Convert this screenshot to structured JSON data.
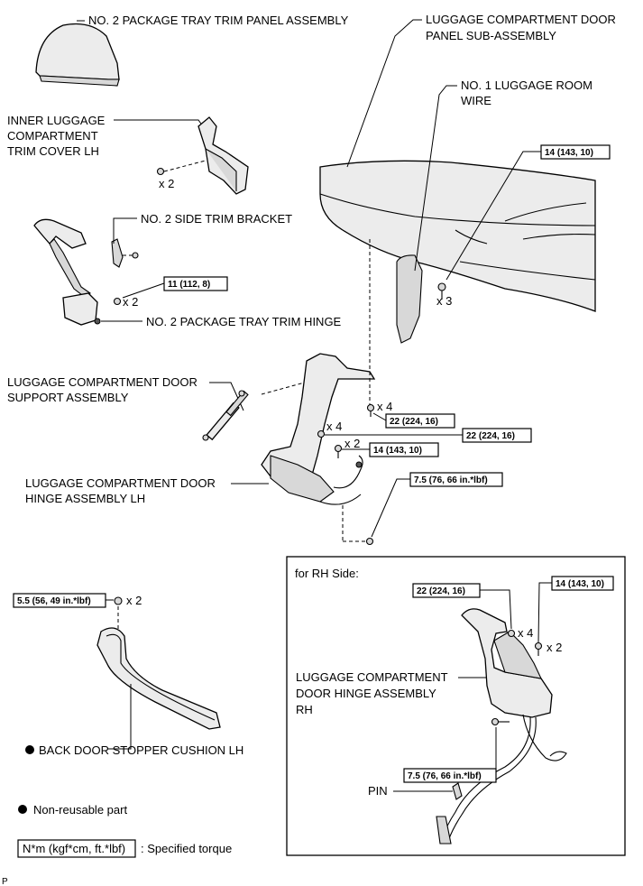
{
  "labels": {
    "pkg_tray_panel": "NO. 2 PACKAGE TRAY TRIM PANEL ASSEMBLY",
    "door_panel_l1": "LUGGAGE COMPARTMENT DOOR",
    "door_panel_l2": "PANEL SUB-ASSEMBLY",
    "room_wire_l1": "NO. 1 LUGGAGE ROOM",
    "room_wire_l2": "WIRE",
    "inner_trim_l1": "INNER LUGGAGE",
    "inner_trim_l2": "COMPARTMENT",
    "inner_trim_l3": "TRIM COVER LH",
    "side_trim_bracket": "NO. 2 SIDE TRIM BRACKET",
    "tray_hinge": "NO. 2 PACKAGE TRAY TRIM HINGE",
    "support_l1": "LUGGAGE COMPARTMENT DOOR",
    "support_l2": "SUPPORT ASSEMBLY",
    "hinge_lh_l1": "LUGGAGE COMPARTMENT DOOR",
    "hinge_lh_l2": "HINGE ASSEMBLY LH",
    "rh_title": "for RH Side:",
    "hinge_rh_l1": "LUGGAGE COMPARTMENT",
    "hinge_rh_l2": "DOOR HINGE ASSEMBLY",
    "hinge_rh_l3": "RH",
    "pin": "PIN",
    "stopper": "BACK DOOR STOPPER CUSHION LH",
    "legend_nonreusable": "Non-reusable part",
    "legend_torque_box": "N*m (kgf*cm, ft.*lbf)",
    "legend_torque_desc": ": Specified torque",
    "corner_mark": "P"
  },
  "torques": {
    "t14_top": "14 (143, 10)",
    "t11": "11 (112, 8)",
    "t22_a": "22 (224, 16)",
    "t22_b": "22 (224, 16)",
    "t14_mid": "14 (143, 10)",
    "t75_lh": "7.5 (76, 66 in.*lbf)",
    "t55": "5.5 (56, 49 in.*lbf)",
    "t22_rh": "22 (224, 16)",
    "t14_rh": "14 (143, 10)",
    "t75_rh": "7.5 (76, 66 in.*lbf)"
  },
  "quantities": {
    "q_inner": "x 2",
    "q_door": "x 3",
    "q_tray_hinge": "x 2",
    "q_hinge4": "x 4",
    "q_hinge4b": "x 4",
    "q_hinge2": "x 2",
    "q_stopper": "x 2",
    "q_rh4": "x 4",
    "q_rh2": "x 2"
  }
}
